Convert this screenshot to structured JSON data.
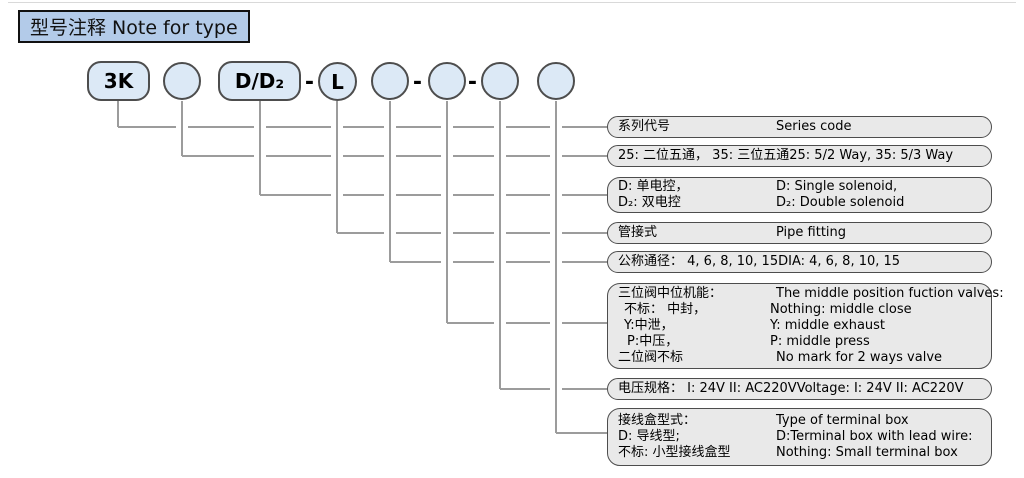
{
  "title": "型号注释 Note for type",
  "separator": "-",
  "code_shapes": [
    {
      "label": "3K"
    },
    {
      "label": ""
    },
    {
      "label": "D/D₂"
    },
    {
      "label": "L"
    },
    {
      "label": ""
    },
    {
      "label": ""
    },
    {
      "label": ""
    },
    {
      "label": ""
    }
  ],
  "boxes": [
    {
      "rows": [
        {
          "cn": "系列代号",
          "en": "Series code"
        }
      ]
    },
    {
      "rows": [
        {
          "cn": "25: 二位五通， 35: 三位五通",
          "en": "25: 5/2 Way, 35: 5/3 Way"
        }
      ]
    },
    {
      "rows": [
        {
          "cn": "D: 单电控，",
          "en": "D: Single solenoid,"
        },
        {
          "cn": "D₂: 双电控",
          "en": "D₂: Double solenoid"
        }
      ]
    },
    {
      "rows": [
        {
          "cn": "管接式",
          "en": "Pipe fitting"
        }
      ]
    },
    {
      "rows": [
        {
          "cn": "公称通径： 4, 6, 8, 10, 15",
          "en": "DIA: 4, 6, 8, 10, 15"
        }
      ]
    },
    {
      "rows": [
        {
          "cn": "三位阀中位机能：",
          "en": "The middle position fuction valves:"
        },
        {
          "cn": "不标： 中封，",
          "en": "Nothing: middle close"
        },
        {
          "cn": "Y:中泄，",
          "en": "Y: middle exhaust"
        },
        {
          "cn": "P:中压，",
          "en": "P: middle press"
        },
        {
          "cn": "二位阀不标",
          "en": "No mark for 2 ways valve"
        }
      ]
    },
    {
      "rows": [
        {
          "cn": "电压规格： I: 24V  II: AC220V",
          "en": "Voltage: I: 24V  II: AC220V"
        }
      ]
    },
    {
      "rows": [
        {
          "cn": "接线盒型式：",
          "en": "Type of terminal box"
        },
        {
          "cn": "D: 导线型;",
          "en": "D:Terminal box with lead wire:"
        },
        {
          "cn": "不标: 小型接线盒型",
          "en": "Nothing: Small terminal box"
        }
      ]
    }
  ],
  "colors": {
    "title_bg": "#b3cbe9",
    "shape_bg": "#dce9f6",
    "box_bg": "#e9e9e9",
    "line": "#9c9c9c",
    "border": "#4d4d4d"
  }
}
